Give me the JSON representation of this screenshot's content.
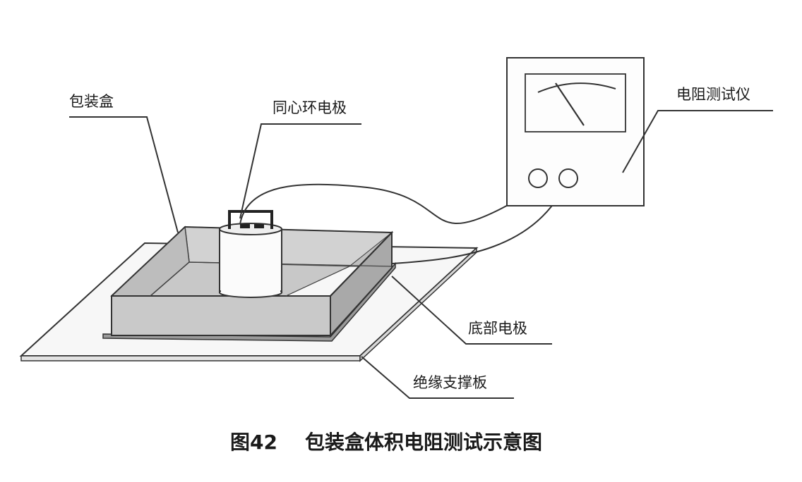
{
  "labels": {
    "box": "包装盒",
    "ring_electrode": "同心环电极",
    "meter": "电阻测试仪",
    "bottom_electrode": "底部电极",
    "support_plate": "绝缘支撑板"
  },
  "caption": {
    "number": "图42",
    "title": "包装盒体积电阻测试示意图"
  }
}
